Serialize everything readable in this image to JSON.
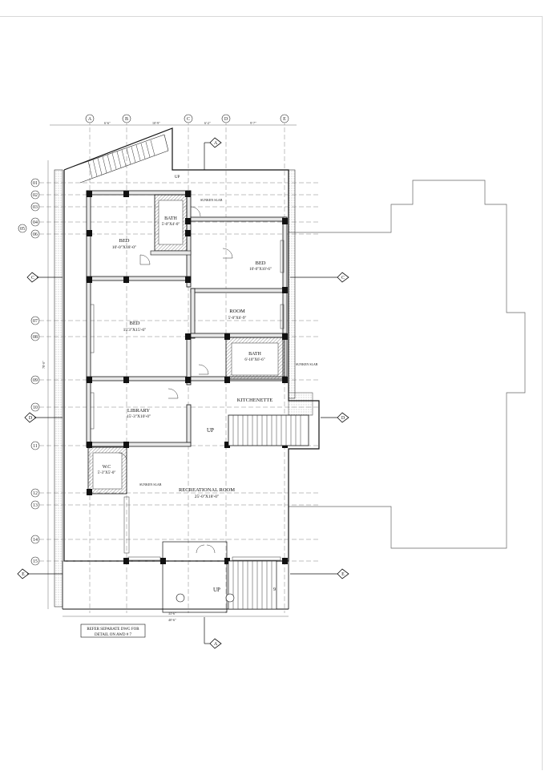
{
  "grid": {
    "columns": [
      "A",
      "B",
      "C",
      "D",
      "E"
    ],
    "rows": [
      "01",
      "02",
      "03",
      "04",
      "05",
      "06",
      "07",
      "08",
      "09",
      "10",
      "11",
      "12",
      "13",
      "14",
      "15"
    ]
  },
  "sections": {
    "A": "A",
    "C": "C",
    "D": "D",
    "E": "E"
  },
  "rooms": {
    "bed1": {
      "name": "BED",
      "size": "10'-0\"X18'-0\""
    },
    "bath1": {
      "name": "BATH",
      "size": "5'-0\"X4'-0\""
    },
    "bed2": {
      "name": "BED",
      "size": "10'-0\"X10'-6\""
    },
    "bed3": {
      "name": "BED",
      "size": "15'3\"X15'-6\""
    },
    "room": {
      "name": "ROOM",
      "size": "5'-0\"X6'-9\""
    },
    "bath2": {
      "name": "BATH",
      "size": "6'-10\"X6'-6\""
    },
    "library": {
      "name": "LIBRARY",
      "size": "15'-3\"X10'-0\""
    },
    "kitchenette": {
      "name": "KITCHENETTE"
    },
    "wc": {
      "name": "W.C",
      "size": "5'-3\"X5'-0\""
    },
    "recreational": {
      "name": "RECREATIONAL ROOM",
      "size": "25'-0\"X18'-0\""
    }
  },
  "notes": {
    "sunken_slab_1": "SUNKEN SLAB",
    "sunken_slab_2": "SUNKEN SLAB",
    "sunken_slab_3": "SUNKEN SLAB",
    "up_1": "UP",
    "up_2": "UP",
    "up_3": "UP",
    "refer_line1": "REFER SEPARATE DWG FOR",
    "refer_line2": "DETAIL ON AWD # 7",
    "stair_num": "9"
  },
  "dims": {
    "top_ab": "6'-6\"",
    "top_bc": "10'-9\"",
    "top_cd": "6'-2\"",
    "top_de": "9'-7\"",
    "bottom_total": "33'-6\"",
    "bottom_total2": "40'-6\"",
    "left_total": "78'-0\""
  }
}
